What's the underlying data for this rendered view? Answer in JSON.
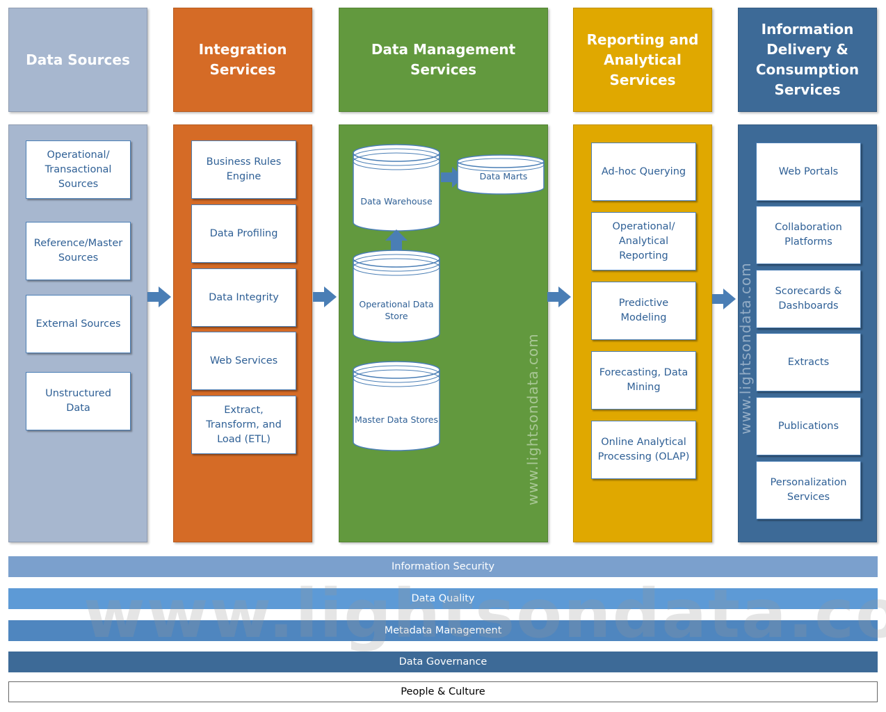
{
  "colors": {
    "data_sources": "#a7b7cf",
    "integration": "#d56b26",
    "data_management": "#62993e",
    "reporting": "#e0a800",
    "delivery": "#3d6a97",
    "arrow": "#4a7eb5",
    "band_security": "#7ba0cd",
    "band_quality": "#5d9ad6",
    "band_metadata": "#4f86bf",
    "band_governance": "#3d6a97"
  },
  "columns": {
    "data_sources": {
      "title": "Data Sources",
      "items": [
        "Operational/\nTransactional\nSources",
        "Reference/Master\nSources",
        "External Sources",
        "Unstructured Data"
      ]
    },
    "integration": {
      "title": "Integration\nServices",
      "items": [
        "Business Rules\nEngine",
        "Data Profiling",
        "Data Integrity",
        "Web Services",
        "Extract,\nTransform, and\nLoad (ETL)"
      ]
    },
    "data_management": {
      "title": "Data Management Services",
      "stores": {
        "warehouse": "Data Warehouse",
        "marts": "Data Marts",
        "ods_line1": "Operational Data",
        "ods_line2": "Store",
        "master": "Master Data Stores"
      }
    },
    "reporting": {
      "title": "Reporting and\nAnalytical\nServices",
      "items": [
        "Ad-hoc Querying",
        "Operational/\nAnalytical\nReporting",
        "Predictive\nModeling",
        "Forecasting, Data\nMining",
        "Online Analytical\nProcessing (OLAP)"
      ]
    },
    "delivery": {
      "title": "Information\nDelivery &\nConsumption\nServices",
      "items": [
        "Web Portals",
        "Collaboration\nPlatforms",
        "Scorecards &\nDashboards",
        "Extracts",
        "Publications",
        "Personalization\nServices"
      ]
    }
  },
  "bands": {
    "security": "Information Security",
    "quality": "Data Quality",
    "metadata": "Metadata Management",
    "governance": "Data Governance",
    "people": "People & Culture"
  },
  "watermark": {
    "vertical": "www.lightsondata.com",
    "big": "www.lightsondata.com"
  }
}
